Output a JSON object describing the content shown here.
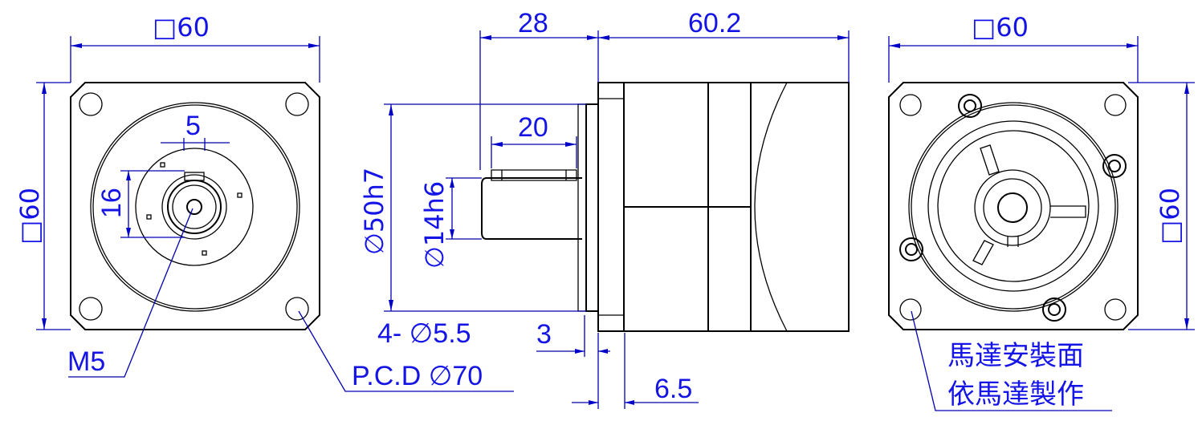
{
  "colors": {
    "dimension": "#1414e6",
    "outline": "#000000"
  },
  "left_view": {
    "width": "□60",
    "height": "□60",
    "key_width": "5",
    "key_height": "16",
    "thread": "M5",
    "pcd": "P.C.D ∅70",
    "holes": "4- ∅5.5"
  },
  "side_view": {
    "shaft_length": "28",
    "body_length": "60.2",
    "key_length": "20",
    "pilot": "∅50h7",
    "shaft": "∅14h6",
    "pilot_depth": "3",
    "flange_thickness": "6.5"
  },
  "right_view": {
    "width": "□60",
    "height": "□60",
    "note_line1": "馬達安裝面",
    "note_line2": "依馬達製作"
  }
}
